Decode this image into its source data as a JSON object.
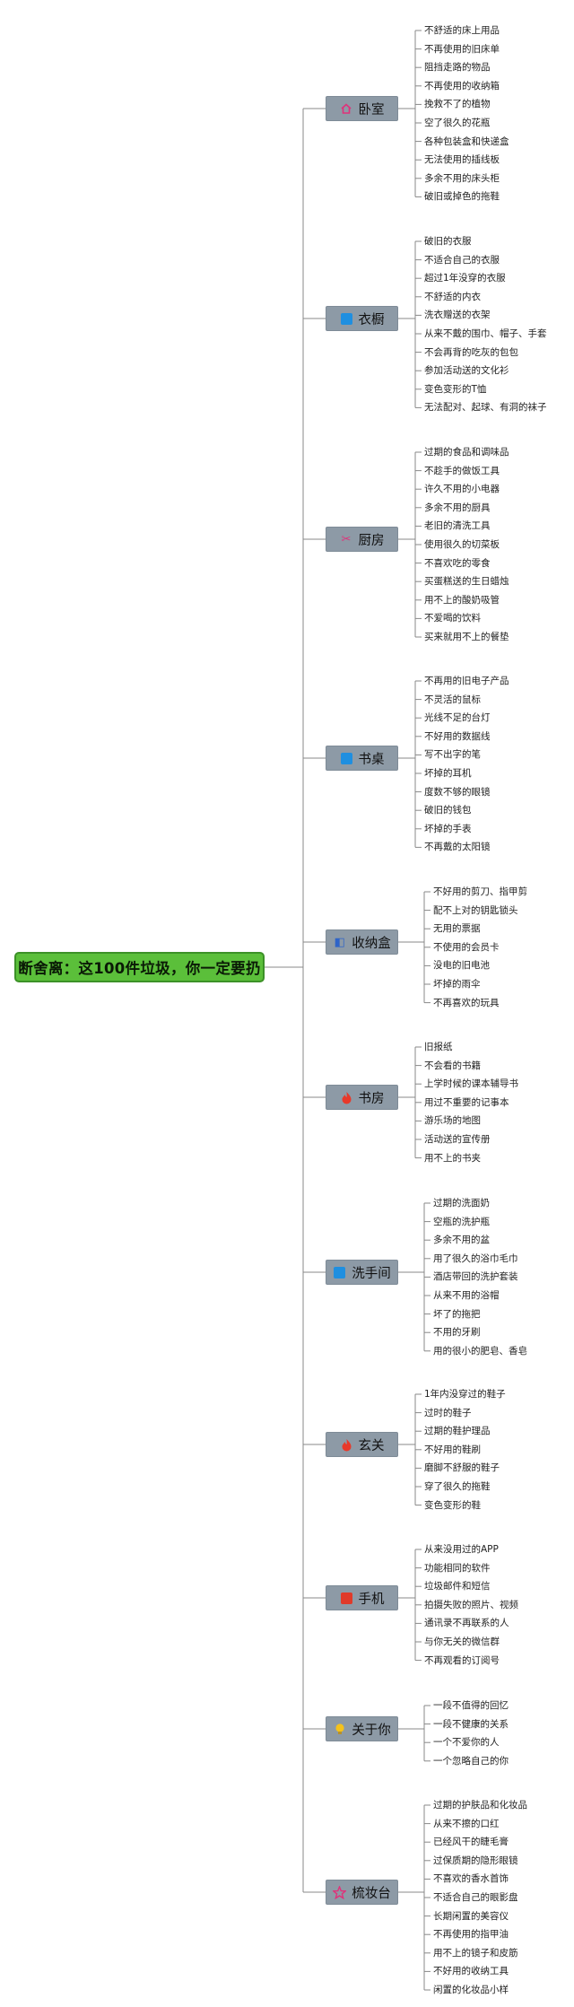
{
  "root": "断舍离：这100件垃圾，你一定要扔",
  "categories": [
    {
      "label": "卧室",
      "icon": "house-icon",
      "items": [
        "不舒适的床上用品",
        "不再使用的旧床单",
        "阻挡走路的物品",
        "不再使用的收纳箱",
        "挽救不了的植物",
        "空了很久的花瓶",
        "各种包装盒和快递盒",
        "无法使用的插线板",
        "多余不用的床头柜",
        "破旧或掉色的拖鞋"
      ]
    },
    {
      "label": "衣橱",
      "icon": "blue-square-icon",
      "items": [
        "破旧的衣服",
        "不适合自己的衣服",
        "超过1年没穿的衣服",
        "不舒适的内衣",
        "洗衣赠送的衣架",
        "从来不戴的围巾、帽子、手套",
        "不会再背的吃灰的包包",
        "参加活动送的文化衫",
        "变色变形的T恤",
        "无法配对、起球、有洞的袜子"
      ]
    },
    {
      "label": "厨房",
      "icon": "utensils-icon",
      "items": [
        "过期的食品和调味品",
        "不趁手的做饭工具",
        "许久不用的小电器",
        "多余不用的厨具",
        "老旧的清洗工具",
        "使用很久的切菜板",
        "不喜欢吃的零食",
        "买蛋糕送的生日蜡烛",
        "用不上的酸奶吸管",
        "不爱喝的饮料",
        "买来就用不上的餐垫"
      ]
    },
    {
      "label": "书桌",
      "icon": "blue-square-icon",
      "items": [
        "不再用的旧电子产品",
        "不灵活的鼠标",
        "光线不足的台灯",
        "不好用的数据线",
        "写不出字的笔",
        "坏掉的耳机",
        "度数不够的眼镜",
        "破旧的钱包",
        "坏掉的手表",
        "不再戴的太阳镜"
      ]
    },
    {
      "label": "收纳盒",
      "icon": "box-icon",
      "items": [
        "不好用的剪刀、指甲剪",
        "配不上对的钥匙锁头",
        "无用的票据",
        "不使用的会员卡",
        "没电的旧电池",
        "坏掉的雨伞",
        "不再喜欢的玩具"
      ]
    },
    {
      "label": "书房",
      "icon": "fire-icon",
      "items": [
        "旧报纸",
        "不会看的书籍",
        "上学时候的课本辅导书",
        "用过不重要的记事本",
        "游乐场的地图",
        "活动送的宣传册",
        "用不上的书夹"
      ]
    },
    {
      "label": "洗手间",
      "icon": "blue-square-icon",
      "items": [
        "过期的洗面奶",
        "空瓶的洗护瓶",
        "多余不用的盆",
        "用了很久的浴巾毛巾",
        "酒店带回的洗护套装",
        "从来不用的浴帽",
        "坏了的拖把",
        "不用的牙刷",
        "用的很小的肥皂、香皂"
      ]
    },
    {
      "label": "玄关",
      "icon": "fire-icon",
      "items": [
        "1年内没穿过的鞋子",
        "过时的鞋子",
        "过期的鞋护理品",
        "不好用的鞋刷",
        "磨脚不舒服的鞋子",
        "穿了很久的拖鞋",
        "变色变形的鞋"
      ]
    },
    {
      "label": "手机",
      "icon": "red-square-icon",
      "items": [
        "从来没用过的APP",
        "功能相同的软件",
        "垃圾邮件和短信",
        "拍摄失败的照片、视频",
        "通讯录不再联系的人",
        "与你无关的微信群",
        "不再观看的订阅号"
      ]
    },
    {
      "label": "关于你",
      "icon": "bulb-icon",
      "items": [
        "一段不值得的回忆",
        "一段不健康的关系",
        "一个不爱你的人",
        "一个忽略自己的你"
      ]
    },
    {
      "label": "梳妆台",
      "icon": "star-icon",
      "items": [
        "过期的护肤品和化妆品",
        "从来不擦的口红",
        "已经风干的睫毛膏",
        "过保质期的隐形眼镜",
        "不喜欢的香水首饰",
        "不适合自己的眼影盘",
        "长期闲置的美容仪",
        "不再使用的指甲油",
        "用不上的镜子和皮筋",
        "不好用的收纳工具",
        "闲置的化妆品小样"
      ]
    }
  ],
  "colors": {
    "root_fill": "#5bbf3a",
    "category_fill": "#8d9aa6",
    "line": "#888888"
  }
}
